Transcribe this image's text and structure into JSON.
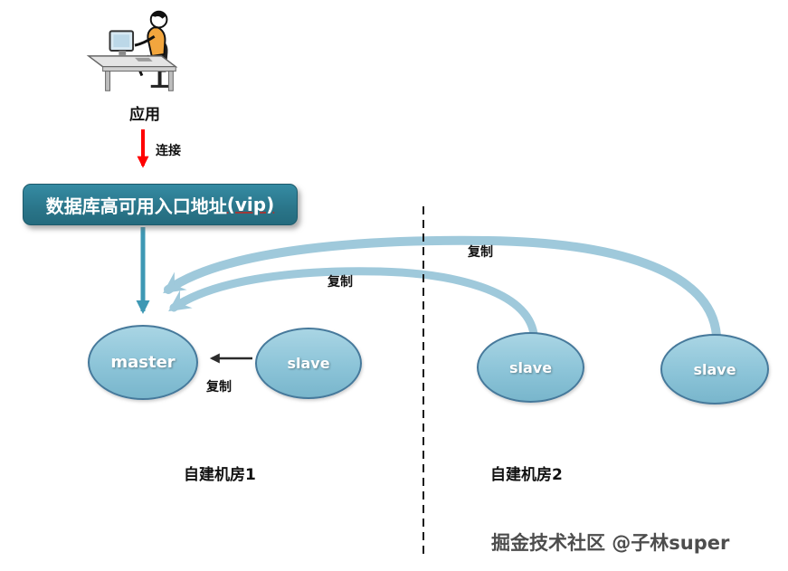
{
  "application": {
    "label": "应用"
  },
  "vip_box": {
    "text_main": "数据库高可用入口地址",
    "text_vip": "(vip)"
  },
  "arrows": {
    "connect_label": "连接",
    "replication_local_label": "复制",
    "replication_remote_mid_label": "复制",
    "replication_remote_far_label": "复制"
  },
  "nodes": {
    "master": {
      "label": "master"
    },
    "slave_local": {
      "label": "slave"
    },
    "slave_remote_1": {
      "label": "slave"
    },
    "slave_remote_2": {
      "label": "slave"
    }
  },
  "rooms": {
    "room1_label": "自建机房1",
    "room2_label": "自建机房2"
  },
  "watermark": {
    "text": "掘金技术社区 @子林super"
  },
  "colors": {
    "node_fill": "#8cc4d8",
    "node_border": "#46799b",
    "vip_box_fill": "#2a7589",
    "connect_arrow": "#ff0000",
    "vip_to_master_arrow": "#3e98b4",
    "replication_curve": "#9fc9db",
    "local_replication_arrow": "#2b2b2b",
    "divider_line": "#1a1a1a",
    "watermark_text": "#4d4d4d"
  }
}
